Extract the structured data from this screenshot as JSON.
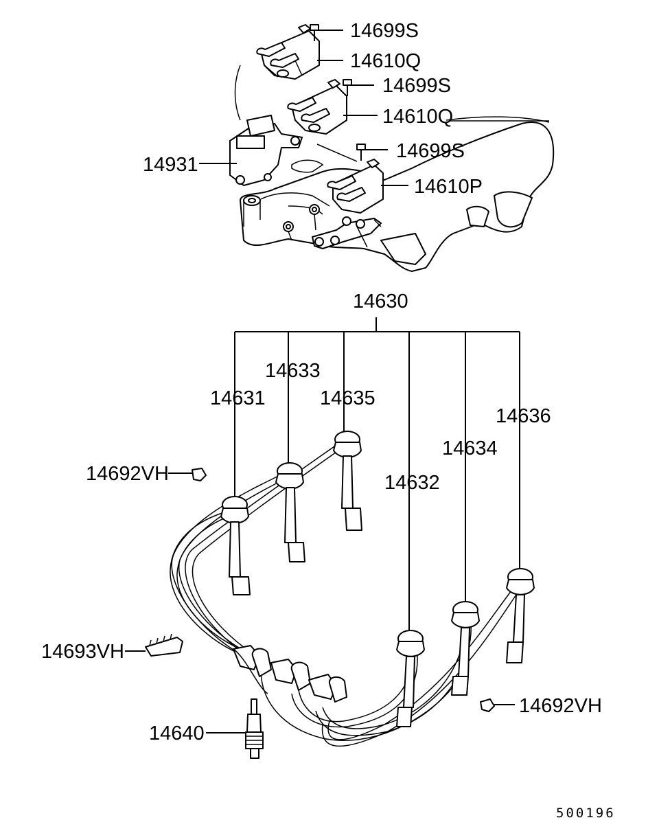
{
  "diagram": {
    "id": "500196",
    "labels": {
      "bolt_1": "14699S",
      "coil_1": "14610Q",
      "bolt_2": "14699S",
      "coil_2": "14610Q",
      "igniter": "14931",
      "bolt_3": "14699S",
      "coil_3": "14610P",
      "cable_set": "14630",
      "cable_1": "14631",
      "cable_3": "14633",
      "cable_5": "14635",
      "cable_6": "14636",
      "cable_4": "14634",
      "cable_2": "14632",
      "clamp_left": "14692VH",
      "holder": "14693VH",
      "clamp_right": "14692VH",
      "spark_plug": "14640"
    }
  }
}
